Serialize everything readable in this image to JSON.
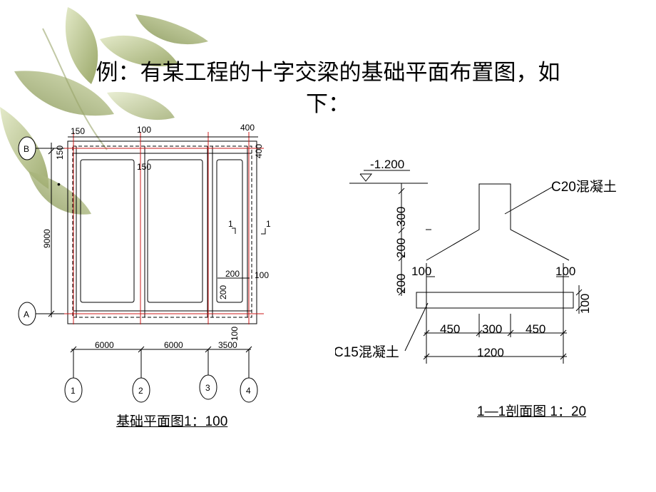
{
  "slide": {
    "title_line1": "例：有某工程的十字交梁的基础平面布置图，如",
    "title_line2": "下：",
    "bullet": "•"
  },
  "plan": {
    "caption": "基础平面图1：100",
    "axis_b": "B",
    "axis_a": "A",
    "axis_1": "1",
    "axis_2": "2",
    "axis_3": "3",
    "axis_4": "4",
    "dim_top_150": "150",
    "dim_top_100": "100",
    "dim_top_400": "400",
    "dim_top_400_vert": "400",
    "dim_left_150": "150",
    "dim_inner_150": "150",
    "dim_height_9000": "9000",
    "dim_200_vert": "200",
    "dim_200": "200",
    "dim_100": "100",
    "dim_bottom_100": "100",
    "section_mark_left": "1",
    "section_mark_right": "1",
    "dim_span_1": "6000",
    "dim_span_2": "6000",
    "dim_span_3": "3500"
  },
  "section": {
    "caption": "1—1剖面图 1：20",
    "elevation": "-1.200",
    "concrete_top": "C20混凝土",
    "concrete_bottom": "C15混凝土",
    "dim_300": "300",
    "dim_200_upper": "200",
    "dim_200_lower": "200",
    "dim_100_left": "100",
    "dim_100_right": "100",
    "dim_100_slab": "100",
    "dim_450_left": "450",
    "dim_300_mid": "300",
    "dim_450_right": "450",
    "dim_1200": "1200"
  },
  "colors": {
    "axis_line": "#cc1b1b",
    "leaf_dark": "#8a9a52",
    "leaf_light": "#c7d1a0"
  }
}
